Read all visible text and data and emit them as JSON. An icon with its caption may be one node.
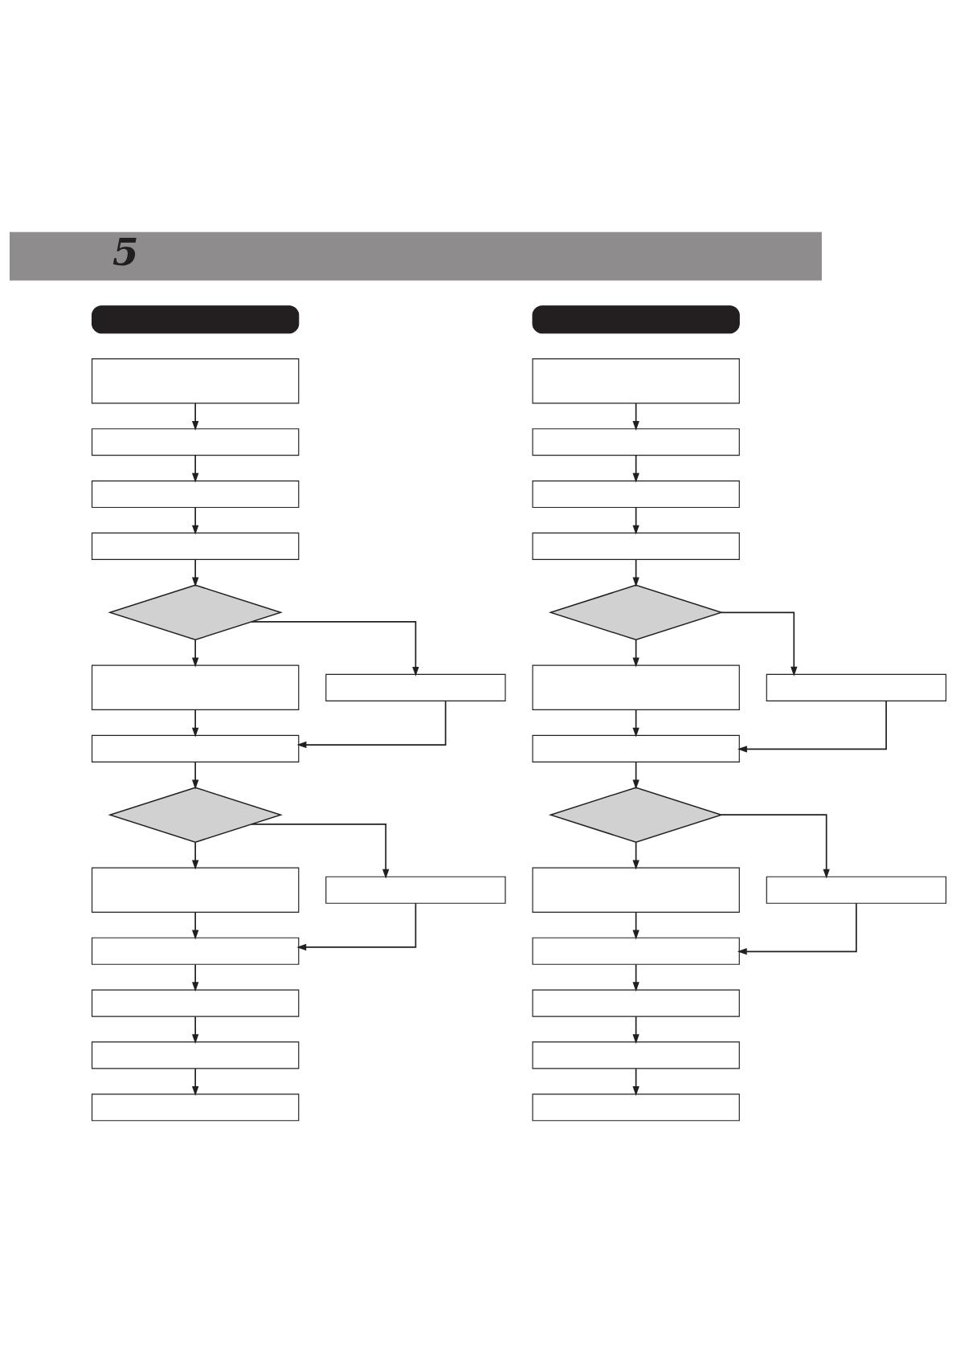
{
  "diagram": {
    "nodes": [
      {
        "text": [
          "5"
        ]
      },
      {
        "text": [],
        "shape": "bar"
      },
      {
        "text": [],
        "shape": "box"
      },
      {
        "text": [],
        "shape": "box"
      },
      {
        "text": [],
        "shape": "box"
      },
      {
        "text": [],
        "shape": "box"
      },
      {
        "text": [],
        "shape": "diamond"
      },
      {
        "text": [],
        "shape": "box"
      },
      {
        "text": [],
        "shape": "box"
      },
      {
        "text": [],
        "shape": "box"
      },
      {
        "text": [],
        "shape": "diamond"
      },
      {
        "text": [],
        "shape": "box"
      },
      {
        "text": [],
        "shape": "box"
      },
      {
        "text": [],
        "shape": "box"
      },
      {
        "text": [],
        "shape": "box"
      },
      {
        "text": [],
        "shape": "box"
      },
      {
        "text": [],
        "shape": "box"
      },
      {
        "text": [],
        "shape": "bar"
      },
      {
        "text": [],
        "shape": "box"
      },
      {
        "text": [],
        "shape": "box"
      },
      {
        "text": [],
        "shape": "box"
      },
      {
        "text": [],
        "shape": "box"
      },
      {
        "text": [],
        "shape": "diamond"
      },
      {
        "text": [],
        "shape": "box"
      },
      {
        "text": [],
        "shape": "box"
      },
      {
        "text": [],
        "shape": "box"
      },
      {
        "text": [],
        "shape": "diamond"
      },
      {
        "text": [],
        "shape": "box"
      },
      {
        "text": [],
        "shape": "box"
      },
      {
        "text": [],
        "shape": "box"
      },
      {
        "text": [],
        "shape": "box"
      },
      {
        "text": [],
        "shape": "box"
      },
      {
        "text": [],
        "shape": "box"
      }
    ],
    "edges": [
      {
        "from": 2,
        "to": 3,
        "arrow": "to"
      },
      {
        "from": 3,
        "to": 4,
        "arrow": "to"
      },
      {
        "from": 4,
        "to": 5,
        "arrow": "to"
      },
      {
        "from": 5,
        "to": 6,
        "arrow": "to"
      },
      {
        "from": 6,
        "to": 8,
        "arrow": "to"
      },
      {
        "from": 6,
        "to": 7,
        "arrow": "to"
      },
      {
        "from": 8,
        "to": 9,
        "arrow": "to"
      },
      {
        "from": 7,
        "to": 9,
        "arrow": "to"
      },
      {
        "from": 9,
        "to": 10,
        "arrow": "to"
      },
      {
        "from": 10,
        "to": 12,
        "arrow": "to"
      },
      {
        "from": 10,
        "to": 11,
        "arrow": "to"
      },
      {
        "from": 12,
        "to": 13,
        "arrow": "to"
      },
      {
        "from": 11,
        "to": 13,
        "arrow": "to"
      },
      {
        "from": 13,
        "to": 14,
        "arrow": "to"
      },
      {
        "from": 14,
        "to": 15,
        "arrow": "to"
      },
      {
        "from": 15,
        "to": 16,
        "arrow": "to"
      },
      {
        "from": 18,
        "to": 19,
        "arrow": "to"
      },
      {
        "from": 19,
        "to": 20,
        "arrow": "to"
      },
      {
        "from": 20,
        "to": 21,
        "arrow": "to"
      },
      {
        "from": 21,
        "to": 22,
        "arrow": "to"
      },
      {
        "from": 22,
        "to": 24,
        "arrow": "to"
      },
      {
        "from": 22,
        "to": 23,
        "arrow": "to"
      },
      {
        "from": 24,
        "to": 25,
        "arrow": "to"
      },
      {
        "from": 23,
        "to": 25,
        "arrow": "to"
      },
      {
        "from": 25,
        "to": 26,
        "arrow": "to"
      },
      {
        "from": 26,
        "to": 28,
        "arrow": "to"
      },
      {
        "from": 26,
        "to": 27,
        "arrow": "to"
      },
      {
        "from": 28,
        "to": 29,
        "arrow": "to"
      },
      {
        "from": 27,
        "to": 29,
        "arrow": "to"
      },
      {
        "from": 29,
        "to": 30,
        "arrow": "to"
      },
      {
        "from": 30,
        "to": 31,
        "arrow": "to"
      },
      {
        "from": 31,
        "to": 32,
        "arrow": "to"
      }
    ]
  }
}
